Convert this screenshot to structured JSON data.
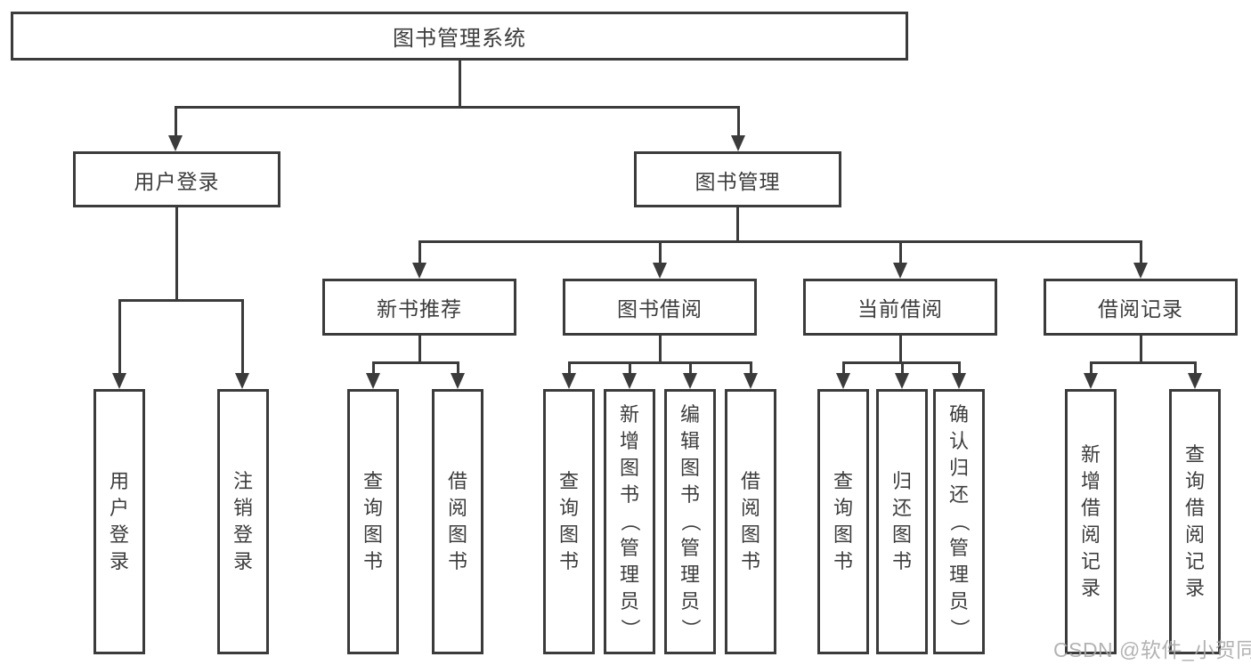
{
  "nodes": {
    "root": "图书管理系统",
    "level2": [
      "用户登录",
      "图书管理"
    ],
    "level3": [
      "新书推荐",
      "图书借阅",
      "当前借阅",
      "借阅记录"
    ],
    "leaves": [
      "用户登录",
      "注销登录",
      "查询图书",
      "借阅图书",
      "查询图书",
      "新增图书（管理员）",
      "编辑图书（管理员）",
      "借阅图书",
      "查询图书",
      "归还图书",
      "确认归还（管理员）",
      "新增借阅记录",
      "查询借阅记录"
    ]
  },
  "watermark": "CSDN @软件_小贺同学",
  "colors": {
    "line": "#3b3b3b",
    "text": "#3d3d3d",
    "background": "#ffffff",
    "watermark": "#a9a9a9"
  }
}
